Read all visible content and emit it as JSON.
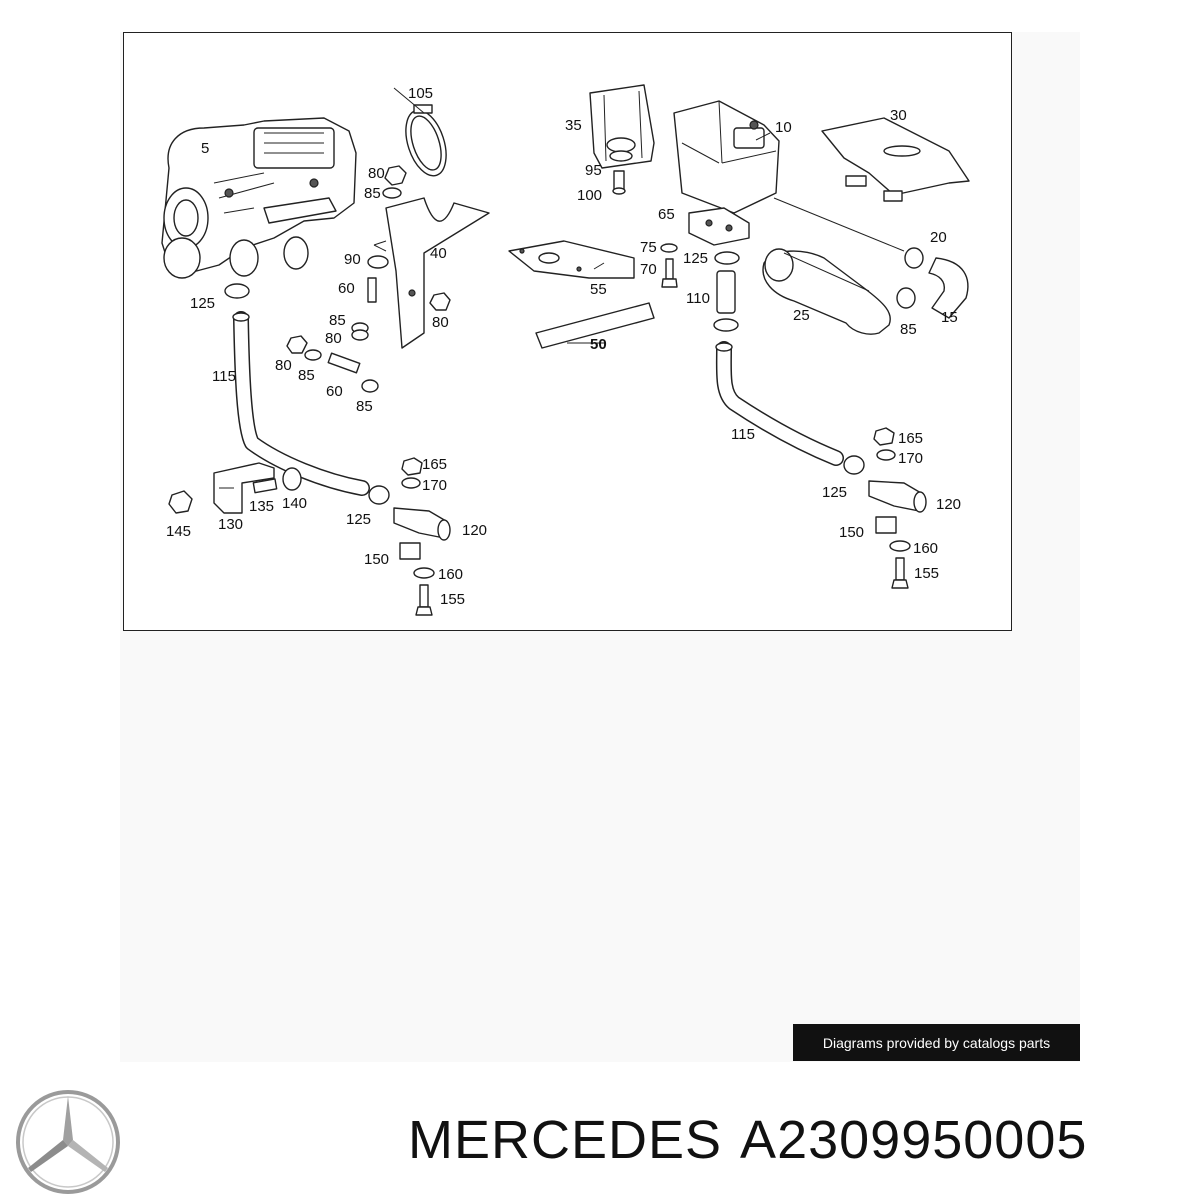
{
  "diagram": {
    "callouts": [
      "105",
      "5",
      "35",
      "10",
      "30",
      "80",
      "85",
      "95",
      "100",
      "65",
      "90",
      "40",
      "75",
      "125",
      "20",
      "60",
      "70",
      "55",
      "110",
      "25",
      "15",
      "80",
      "125",
      "85",
      "80",
      "85",
      "80",
      "50",
      "85",
      "60",
      "85",
      "115",
      "115",
      "165",
      "170",
      "125",
      "165",
      "170",
      "120",
      "145",
      "130",
      "135",
      "140",
      "125",
      "120",
      "150",
      "150",
      "160",
      "160",
      "155",
      "155"
    ]
  },
  "credit": {
    "text": "Diagrams provided by catalogs parts"
  },
  "brand": {
    "make": "MERCEDES",
    "part_number": "A2309950005"
  },
  "logo": {
    "icon": "mercedes-star-icon",
    "color": "#9a9a9a"
  }
}
